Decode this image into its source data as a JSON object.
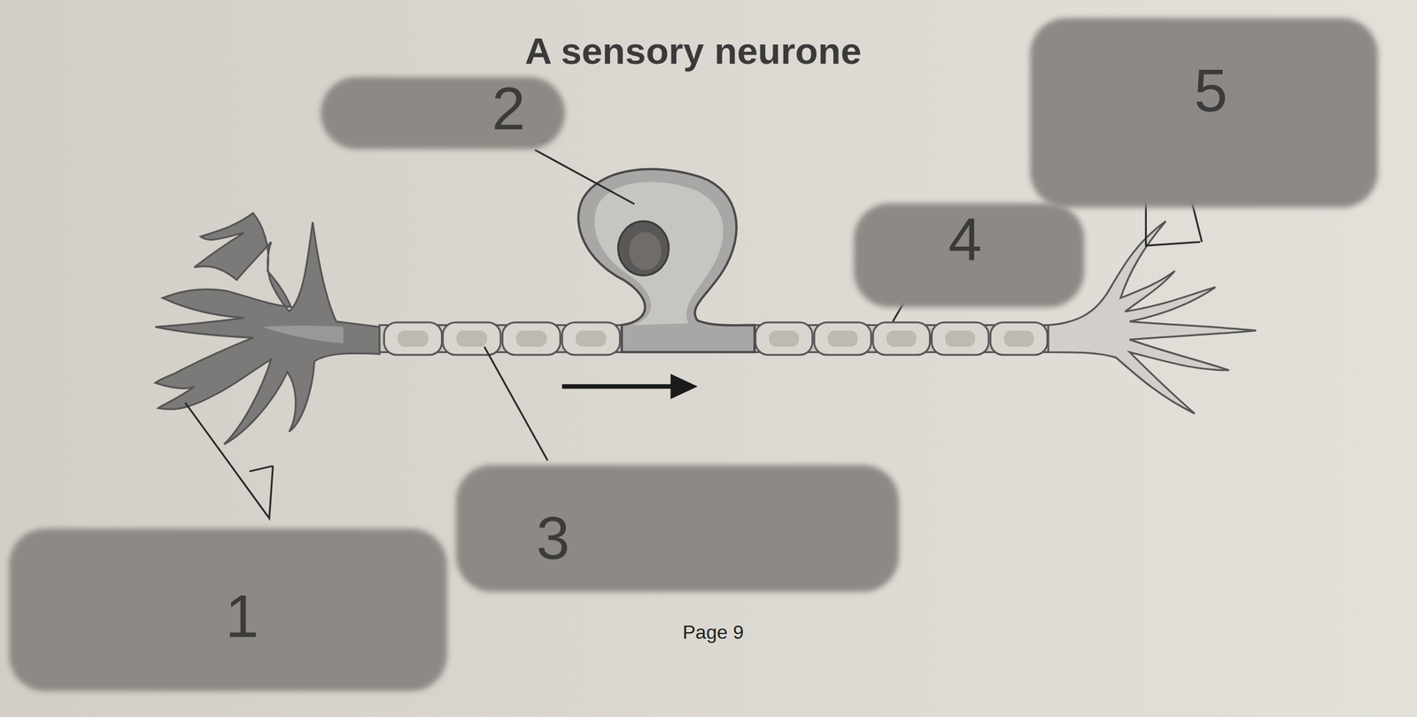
{
  "diagram": {
    "title": "A sensory neurone",
    "nodes": [
      {
        "text": [
          "2"
        ]
      },
      {
        "text": [
          "5"
        ]
      },
      {
        "text": [
          "4"
        ]
      },
      {
        "text": [
          "3"
        ]
      },
      {
        "text": [
          "1"
        ]
      }
    ],
    "labels": [
      "Page 9"
    ]
  }
}
